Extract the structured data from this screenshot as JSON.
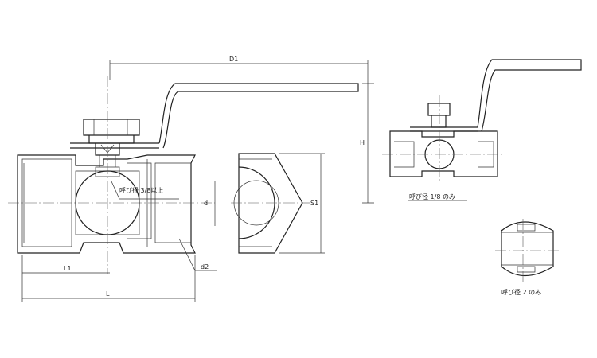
{
  "dimensions": {
    "d1": "D1",
    "h": "H",
    "d": "d",
    "s1": "S1",
    "l1": "L1",
    "l": "L",
    "d2": "d2"
  },
  "notes": {
    "size_3_8_up": "呼び径 3/8以上",
    "size_1_8_only": "呼び径 1/8 のみ",
    "size_2_only": "呼び径 2 のみ"
  }
}
